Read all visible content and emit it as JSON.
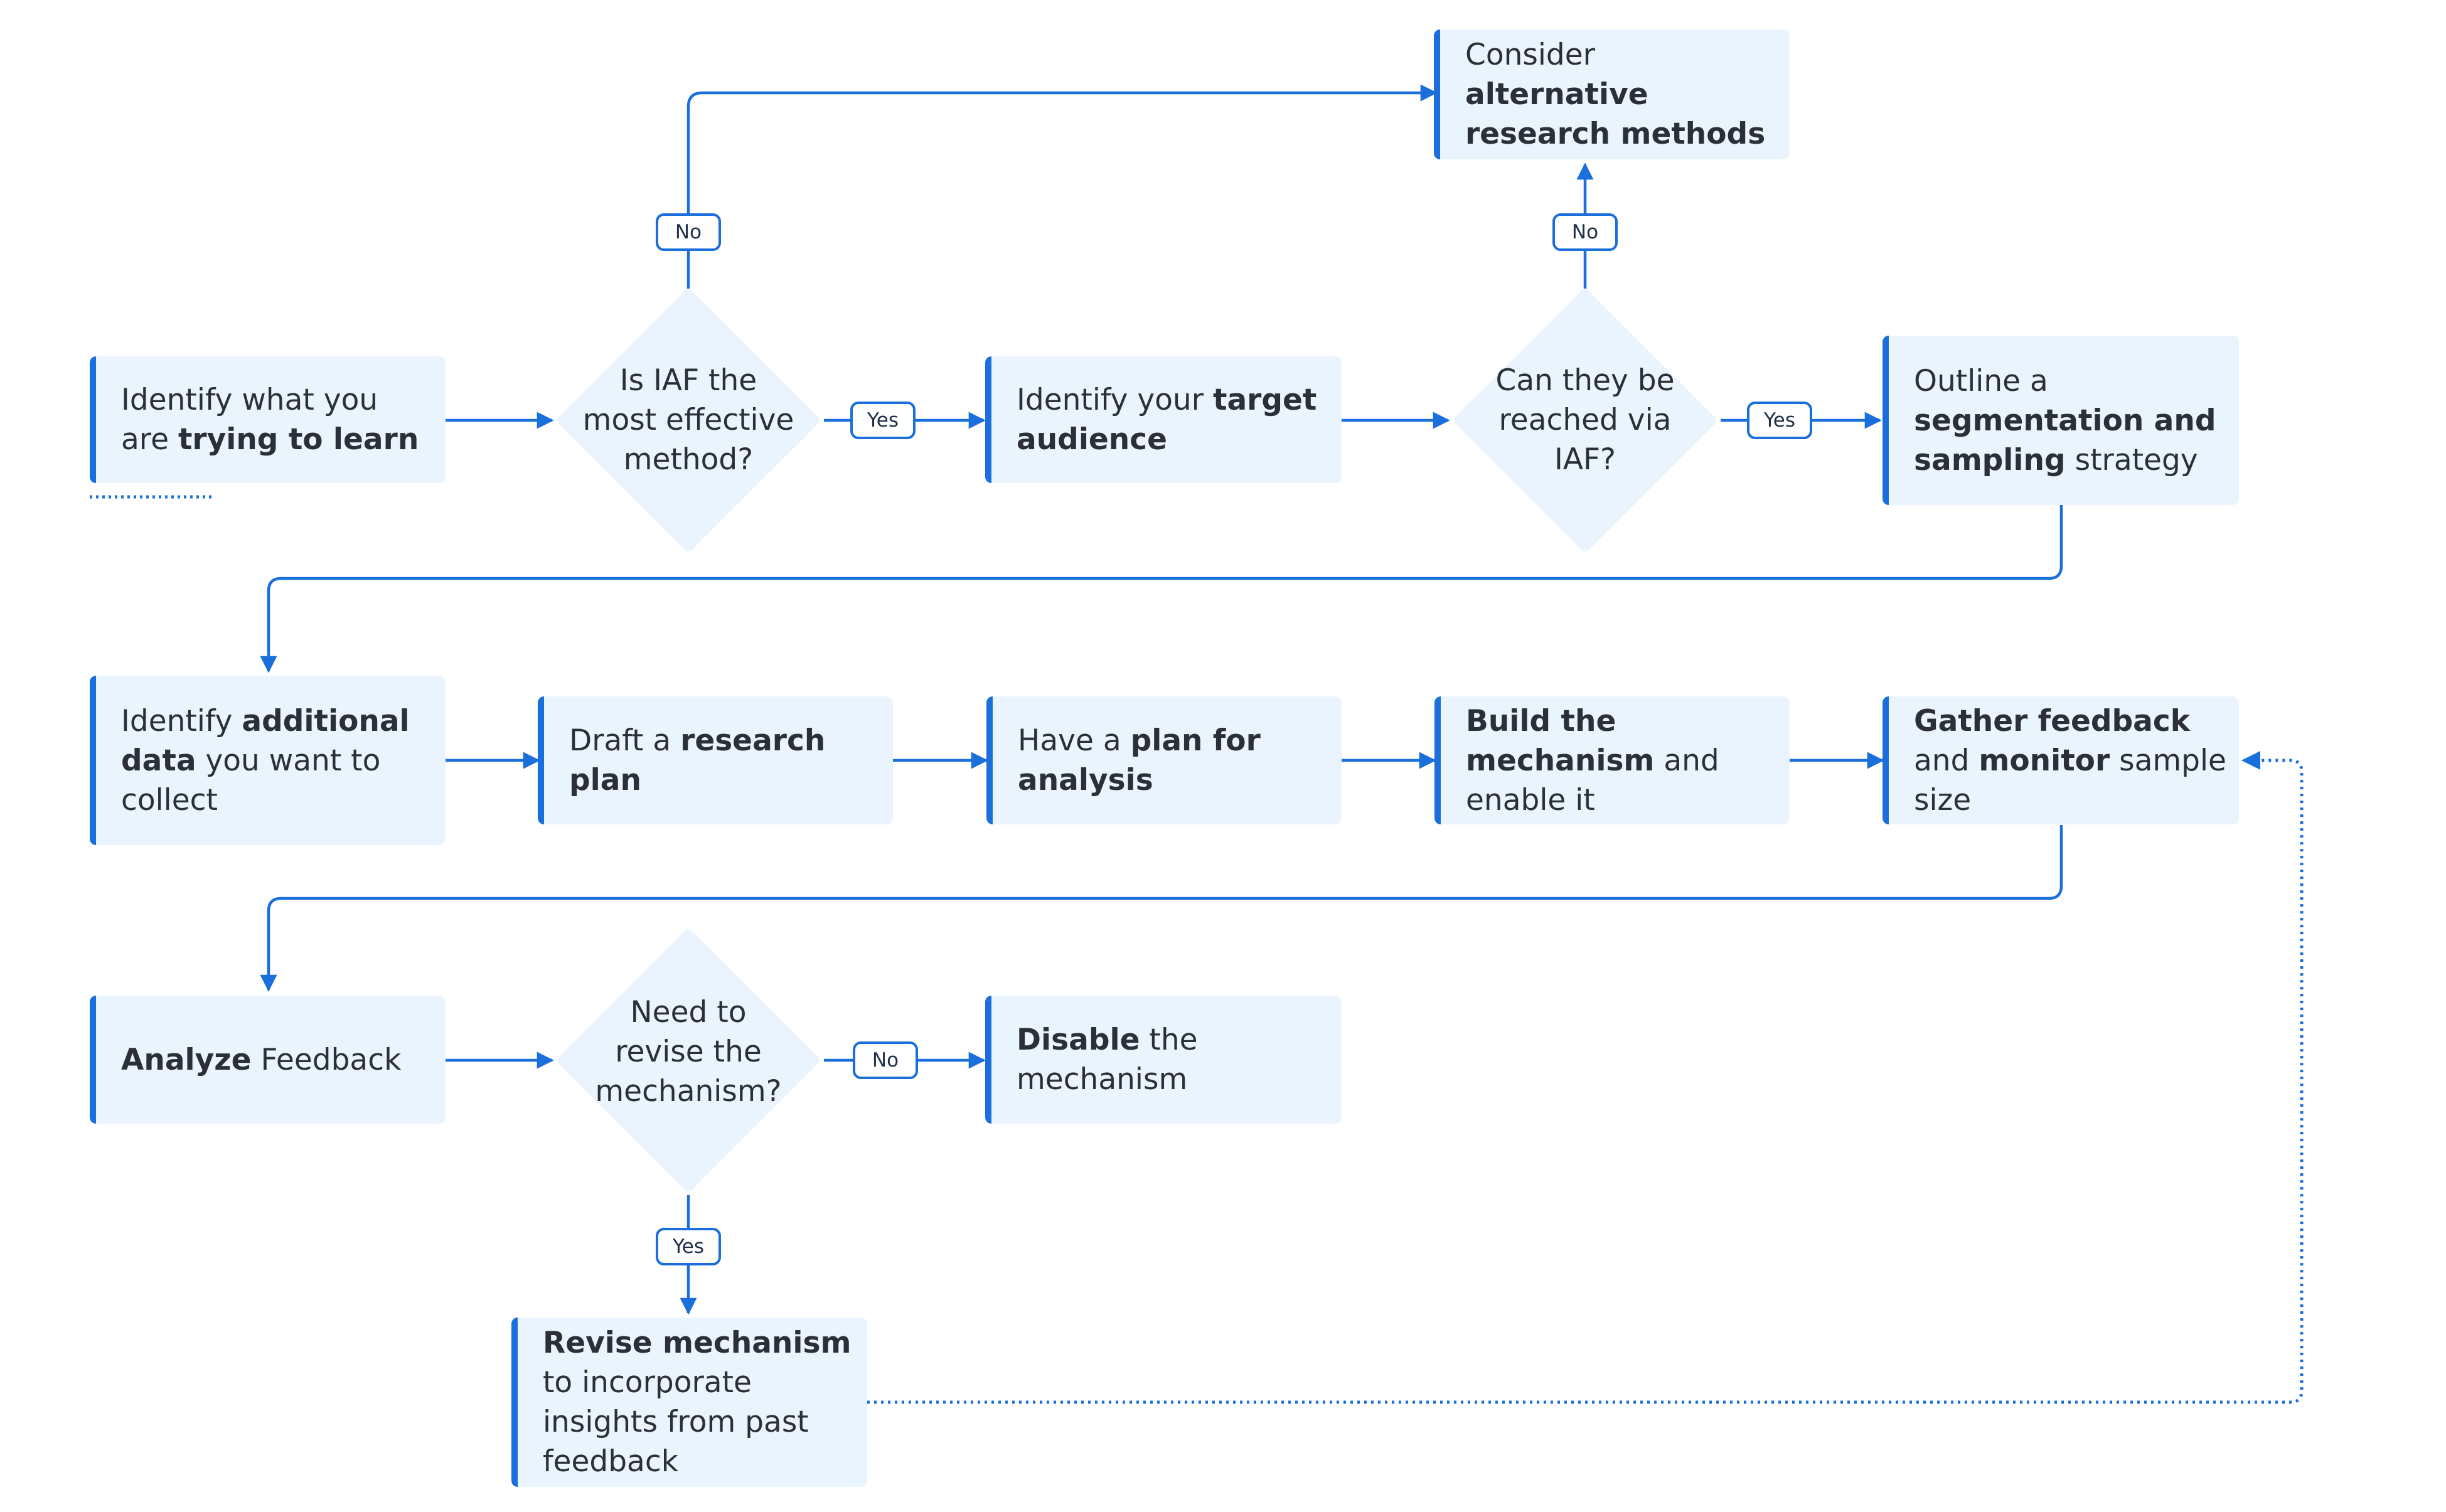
{
  "colors": {
    "accent": "#1a6fdc",
    "box_fill": "#eaf4fe",
    "text": "#2b2f38",
    "badge_border": "#1a6fdc"
  },
  "nodes": {
    "identify_learn": {
      "p1": "Identify what you are ",
      "b1": "trying to learn"
    },
    "consider_alt": {
      "p1": "Consider ",
      "b1": "alternative research methods"
    },
    "target_audience": {
      "p1": "Identify your ",
      "b1": "target audience"
    },
    "segmentation": {
      "p1": "Outline a ",
      "b1": "segmentation and sampling",
      "p2": " strategy"
    },
    "additional_data": {
      "p1": "Identify ",
      "b1": "additional data",
      "p2": " you want to collect"
    },
    "research_plan": {
      "p1": "Draft a ",
      "b1": "research plan"
    },
    "analysis_plan": {
      "p1": "Have a ",
      "b1": "plan for analysis"
    },
    "build_mechanism": {
      "b1": "Build the mechanism",
      "p2": " and enable it"
    },
    "gather_feedback": {
      "b1": "Gather feedback",
      "p2": " and ",
      "b2": "monitor",
      "p3": " sample size"
    },
    "analyze_feedback": {
      "b1": "Analyze",
      "p2": " Feedback"
    },
    "disable": {
      "b1": "Disable",
      "p2": " the mechanism"
    },
    "revise": {
      "b1": "Revise mechanism",
      "p2": " to incorporate insights from past feedback"
    }
  },
  "decisions": {
    "iaf_effective": {
      "label": "Is IAF the most effective method?"
    },
    "reach_iaf": {
      "label": "Can they be reached via IAF?"
    },
    "need_revise": {
      "label": "Need to revise the mechanism?"
    }
  },
  "badges": {
    "no_1": "No",
    "yes_1": "Yes",
    "no_2": "No",
    "yes_2": "Yes",
    "no_3": "No",
    "yes_3": "Yes"
  }
}
